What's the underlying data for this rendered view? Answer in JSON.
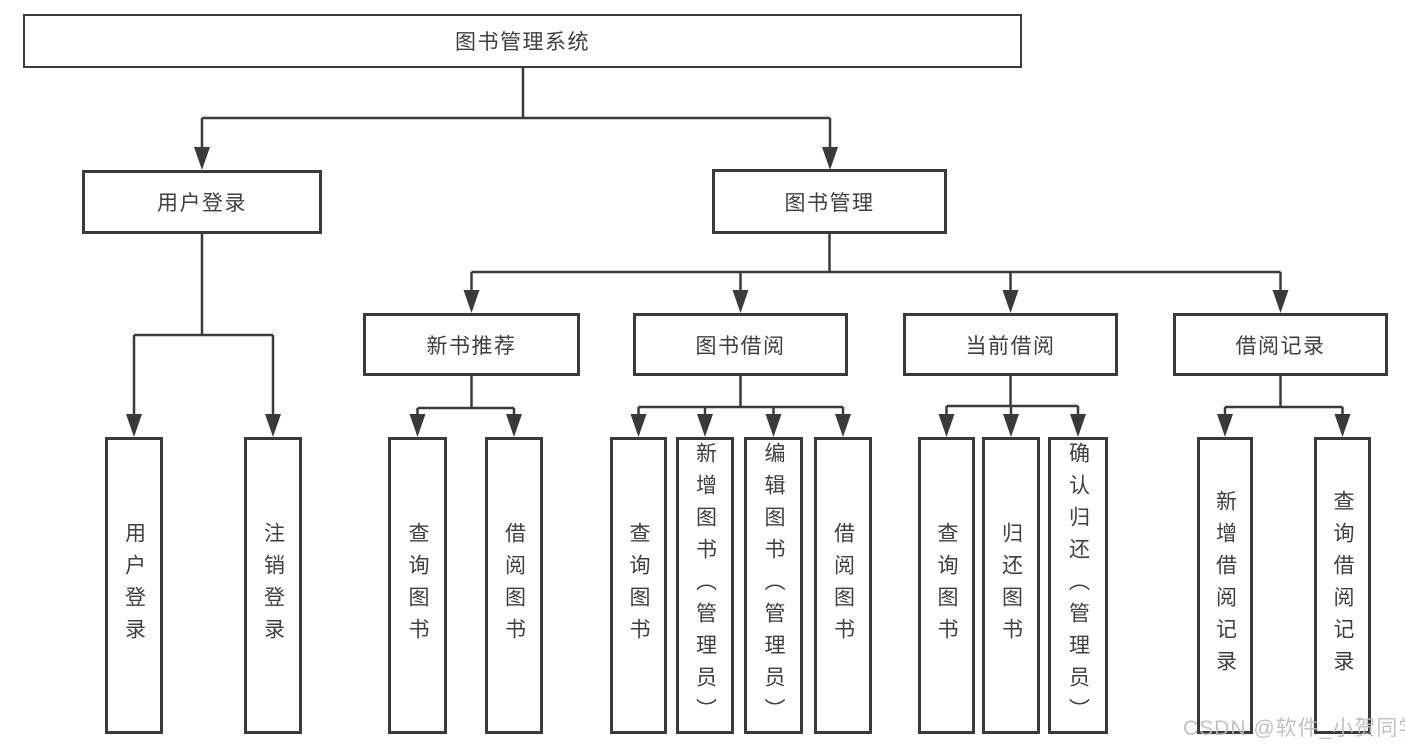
{
  "diagram": {
    "type": "hierarchy-functional-structure",
    "root": "图书管理系统",
    "level2": {
      "user_login": "用户登录",
      "book_mgmt": "图书管理"
    },
    "level3": {
      "new_books": "新书推荐",
      "borrow": "图书借阅",
      "current": "当前借阅",
      "records": "借阅记录"
    },
    "leaves": {
      "user_login_1": "用户登录",
      "user_login_2": "注销登录",
      "new_books_1": "查询图书",
      "new_books_2": "借阅图书",
      "borrow_1": "查询图书",
      "borrow_2": "新增图书（管理员）",
      "borrow_3": "编辑图书（管理员）",
      "borrow_4": "借阅图书",
      "current_1": "查询图书",
      "current_2": "归还图书",
      "current_3": "确认归还（管理员）",
      "records_1": "新增借阅记录",
      "records_2": "查询借阅记录"
    }
  },
  "watermark": "CSDN @软件_小贺同学",
  "colors": {
    "line": "#3a3a3a",
    "text": "#3f3f3f",
    "background": "#ffffff",
    "watermark": "#bcbcbc"
  }
}
